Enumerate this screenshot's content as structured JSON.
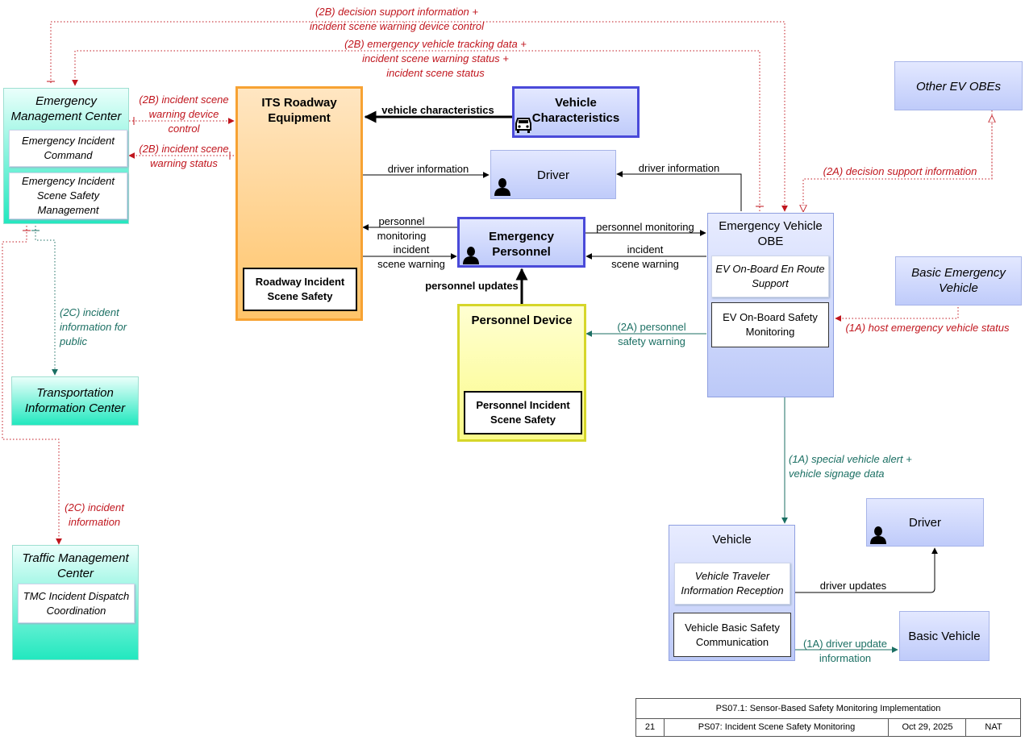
{
  "nodes": {
    "emc": {
      "title": "Emergency Management Center",
      "subs": [
        "Emergency Incident Command",
        "Emergency Incident Scene Safety Management"
      ]
    },
    "its": {
      "title": "ITS Roadway Equipment",
      "sub": "Roadway Incident Scene Safety"
    },
    "vehchar": {
      "title": "Vehicle Characteristics"
    },
    "driver_top": {
      "title": "Driver"
    },
    "personnel": {
      "title": "Emergency Personnel"
    },
    "pdevice": {
      "title": "Personnel Device",
      "sub": "Personnel Incident Scene Safety"
    },
    "evobe": {
      "title": "Emergency Vehicle OBE",
      "subs": [
        "EV On-Board En Route Support",
        "EV On-Board Safety Monitoring"
      ]
    },
    "other_ev": {
      "title": "Other EV OBEs"
    },
    "bev": {
      "title": "Basic Emergency Vehicle"
    },
    "tic": {
      "title": "Transportation Information Center"
    },
    "tmc": {
      "title": "Traffic Management Center",
      "sub": "TMC Incident Dispatch Coordination"
    },
    "vehicle": {
      "title": "Vehicle",
      "subs": [
        "Vehicle Traveler Information Reception",
        "Vehicle Basic Safety Communication"
      ]
    },
    "driver_bot": {
      "title": "Driver"
    },
    "basic_vehicle": {
      "title": "Basic Vehicle"
    }
  },
  "flows": {
    "f2b_top1": "(2B) decision support information +",
    "f2b_top2": "incident scene warning device control",
    "f2b_mid1": "(2B) emergency vehicle tracking data +",
    "f2b_mid2": "incident scene warning status +",
    "f2b_mid3": "incident scene status",
    "f2b_dev1": "(2B) incident scene",
    "f2b_dev2": "warning device",
    "f2b_dev3": "control",
    "f2b_stat1": "(2B) incident scene",
    "f2b_stat2": "warning status",
    "vehchar": "vehicle characteristics",
    "drvinfo_left": "driver information",
    "drvinfo_right": "driver information",
    "f2a_dsi": "(2A) decision support information",
    "pm_left1": "personnel",
    "pm_left2": "monitoring",
    "isw_left1": "incident",
    "isw_left2": "scene warning",
    "pm_right": "personnel monitoring",
    "isw_right1": "incident",
    "isw_right2": "scene warning",
    "pupdates": "personnel updates",
    "f2a_psw1": "(2A) personnel",
    "f2a_psw2": "safety warning",
    "f1a_host": "(1A) host emergency vehicle status",
    "f2c_tic1": "(2C) incident",
    "f2c_tic2": "information for",
    "f2c_tic3": "public",
    "f2c_tmc1": "(2C) incident",
    "f2c_tmc2": "information",
    "f1a_alert1": "(1A) special vehicle alert +",
    "f1a_alert2": "vehicle signage data",
    "drvupdates": "driver updates",
    "f1a_dui1": "(1A) driver update",
    "f1a_dui2": "information"
  },
  "footer": {
    "title": "PS07.1: Sensor-Based Safety Monitoring Implementation",
    "page": "21",
    "name": "PS07: Incident Scene Safety Monitoring",
    "date": "Oct 29, 2025",
    "scope": "NAT"
  },
  "colors": {
    "red_flow": "#c0161e",
    "teal_flow": "#1b6f63",
    "black_flow": "#000000"
  }
}
